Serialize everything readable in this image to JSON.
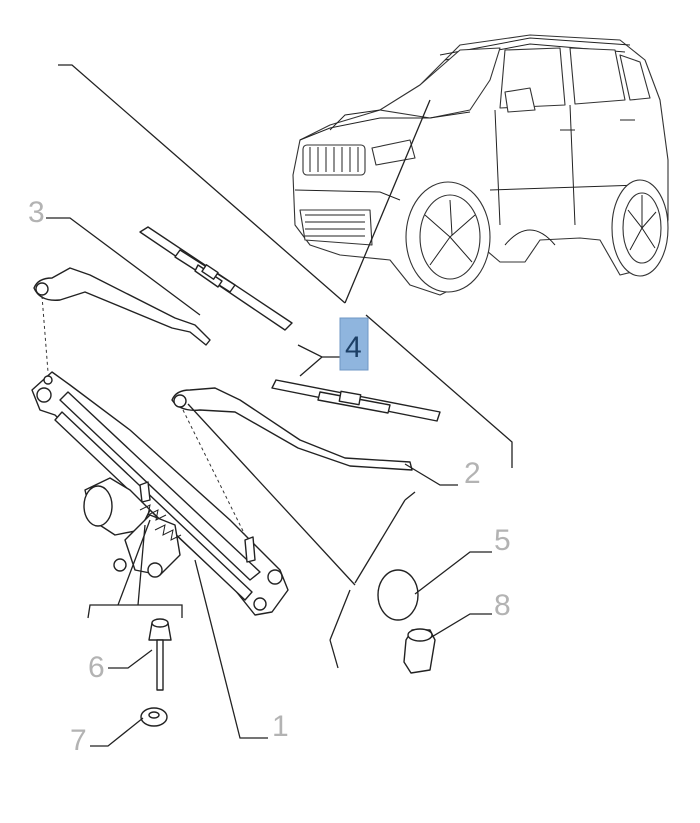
{
  "callouts": {
    "c1": "1",
    "c2": "2",
    "c3": "3",
    "c4": "4",
    "c5": "5",
    "c6": "6",
    "c7": "7",
    "c8": "8"
  },
  "colors": {
    "callout_text": "#b3b3b3",
    "highlight_fill": "#8fb5de",
    "highlight_text": "#1c3f66",
    "line": "#222222"
  },
  "highlighted_callout": "4"
}
